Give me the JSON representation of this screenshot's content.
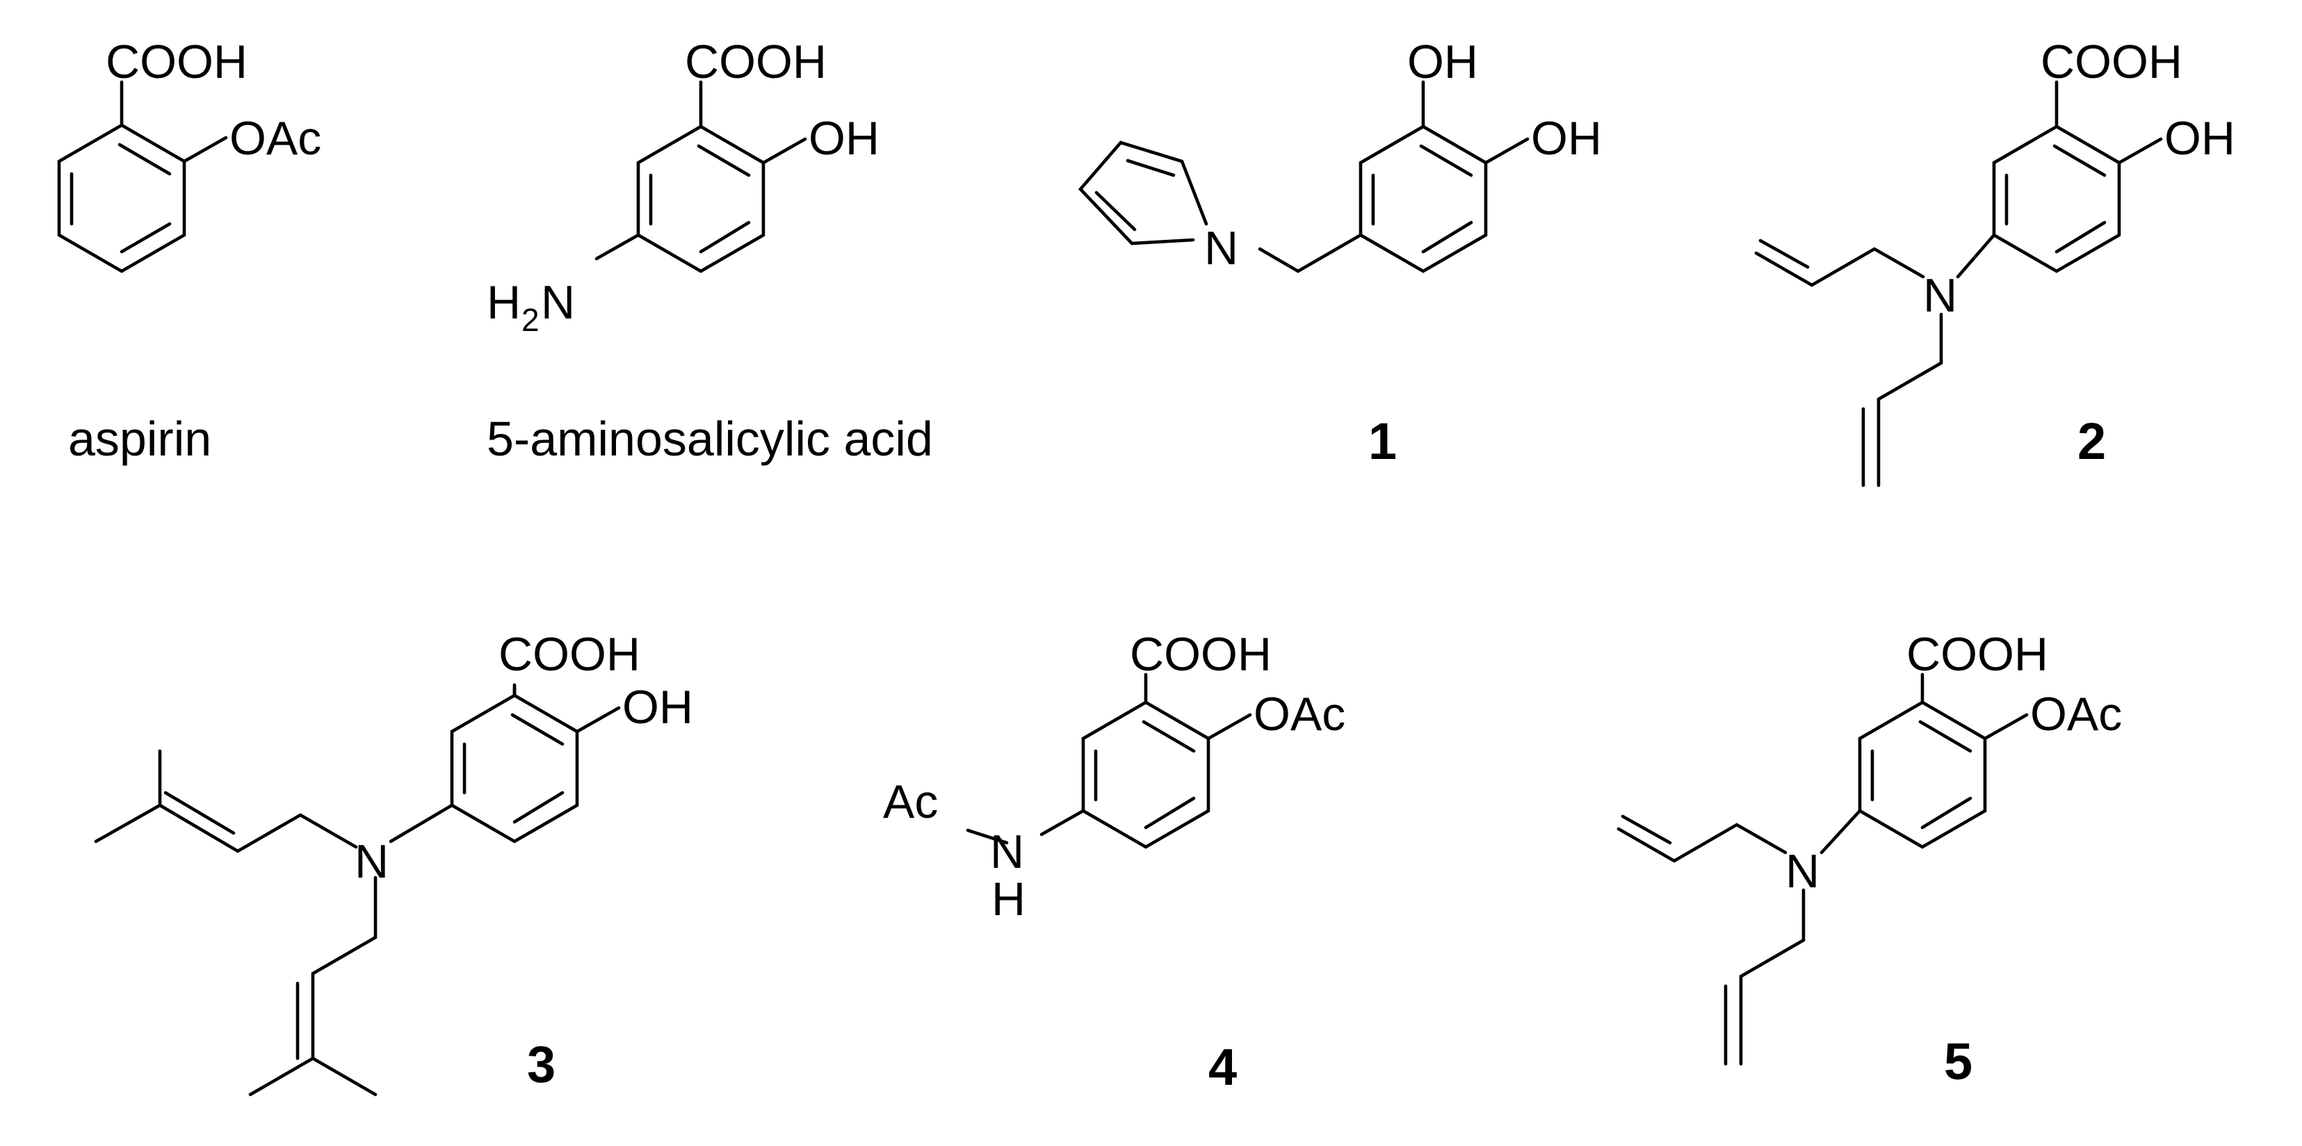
{
  "compounds": [
    {
      "name": "aspirin",
      "groups": {
        "acid": "COOH",
        "ortho": "OAc"
      }
    },
    {
      "name": "5-aminosalicylic acid",
      "groups": {
        "acid": "COOH",
        "ortho": "OH",
        "amine_h": "H",
        "amine_sub": "2",
        "amine_n": "N"
      }
    },
    {
      "name": "1",
      "groups": {
        "oh_top": "OH",
        "oh_right": "OH",
        "n": "N"
      }
    },
    {
      "name": "2",
      "groups": {
        "acid": "COOH",
        "ortho": "OH",
        "n": "N"
      }
    },
    {
      "name": "3",
      "groups": {
        "acid": "COOH",
        "ortho": "OH",
        "n": "N"
      }
    },
    {
      "name": "4",
      "groups": {
        "acid": "COOH",
        "ortho": "OAc",
        "ac": "Ac",
        "n": "N",
        "h": "H"
      }
    },
    {
      "name": "5",
      "groups": {
        "acid": "COOH",
        "ortho": "OAc",
        "n": "N"
      }
    }
  ]
}
